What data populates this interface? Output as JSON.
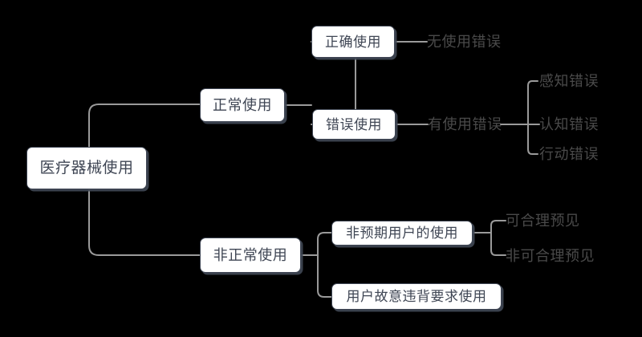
{
  "diagram": {
    "title": "医疗器械使用",
    "type": "mind-map-tree",
    "orientation": "left-to-right",
    "background_color": "#000000",
    "box_fill_color": "#ffffff",
    "box_border_color": "#3f4654",
    "box_text_color": "#3f4654",
    "leaf_text_color": "#4a4a4a",
    "connector_color": "#9a9a9a"
  },
  "nodes": {
    "root": {
      "label": "医疗器械使用",
      "style": "boxed"
    },
    "normal_use": {
      "label": "正常使用",
      "style": "boxed"
    },
    "abnormal_use": {
      "label": "非正常使用",
      "style": "boxed"
    },
    "correct_use": {
      "label": "正确使用",
      "style": "boxed"
    },
    "wrong_use": {
      "label": "错误使用",
      "style": "boxed"
    },
    "unintended_user_use": {
      "label": "非预期用户的使用",
      "style": "boxed"
    },
    "deliberate_violation_use": {
      "label": "用户故意违背要求使用",
      "style": "boxed"
    },
    "no_use_error": {
      "label": "无使用错误",
      "style": "plain"
    },
    "has_use_error": {
      "label": "有使用错误",
      "style": "plain"
    },
    "perception_error": {
      "label": "感知错误",
      "style": "plain"
    },
    "cognition_error": {
      "label": "认知错误",
      "style": "plain"
    },
    "action_error": {
      "label": "行动错误",
      "style": "plain"
    },
    "reasonably_foreseeable": {
      "label": "可合理预见",
      "style": "plain"
    },
    "not_reasonably_foreseeable": {
      "label": "非可合理预见",
      "style": "plain"
    }
  },
  "tree": [
    {
      "label": "医疗器械使用",
      "children": [
        {
          "label": "正常使用",
          "children": [
            {
              "label": "正确使用",
              "children": [
                {
                  "label": "无使用错误"
                }
              ]
            },
            {
              "label": "错误使用",
              "children": [
                {
                  "label": "有使用错误",
                  "children": [
                    {
                      "label": "感知错误"
                    },
                    {
                      "label": "认知错误"
                    },
                    {
                      "label": "行动错误"
                    }
                  ]
                }
              ]
            }
          ]
        },
        {
          "label": "非正常使用",
          "children": [
            {
              "label": "非预期用户的使用",
              "children": [
                {
                  "label": "可合理预见"
                },
                {
                  "label": "非可合理预见"
                }
              ]
            },
            {
              "label": "用户故意违背要求使用"
            }
          ]
        }
      ]
    }
  ]
}
